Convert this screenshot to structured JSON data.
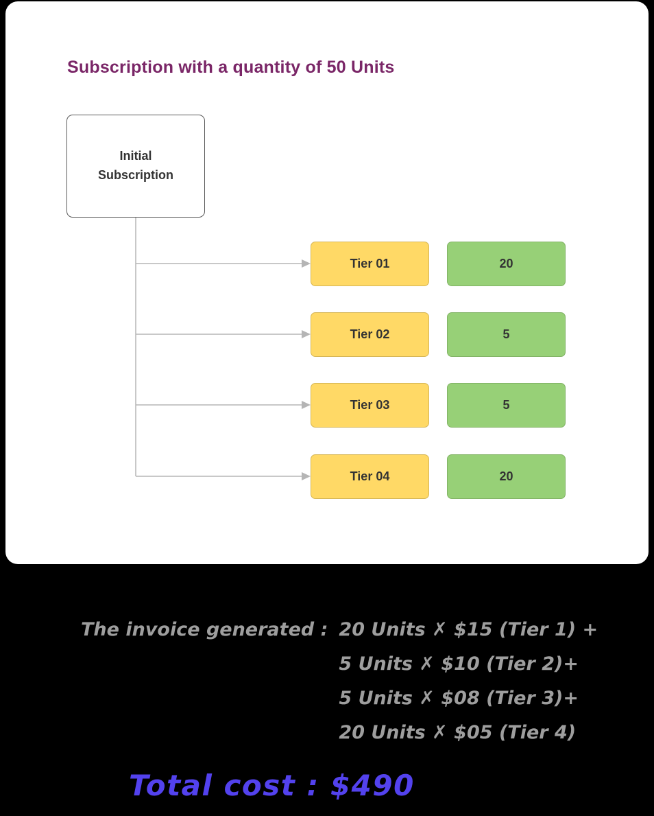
{
  "card": {
    "title": "Subscription with a quantity of 50 Units",
    "root_node_label": "Initial Subscription",
    "tiers": [
      {
        "label": "Tier 01",
        "units": "20"
      },
      {
        "label": "Tier 02",
        "units": "5"
      },
      {
        "label": "Tier 03",
        "units": "5"
      },
      {
        "label": "Tier 04",
        "units": "20"
      }
    ]
  },
  "invoice": {
    "intro": "The invoice generated :",
    "lines": [
      "20 Units ✗ $15 (Tier 1) +",
      "5 Units ✗ $10 (Tier 2)+",
      "5 Units ✗ $08 (Tier 3)+",
      "20 Units ✗ $05 (Tier 4)"
    ],
    "total": "Total cost : $490"
  },
  "colors": {
    "page_background": "#000000",
    "card_background": "#ffffff",
    "title_text": "#7a2667",
    "node_border": "#595959",
    "tier_fill": "#ffd966",
    "tier_border": "#d6b656",
    "units_fill": "#97d077",
    "units_border": "#82b366",
    "connector": "#b5b5b5",
    "invoice_text": "#9e9e9e",
    "total_text": "#5342ee"
  }
}
